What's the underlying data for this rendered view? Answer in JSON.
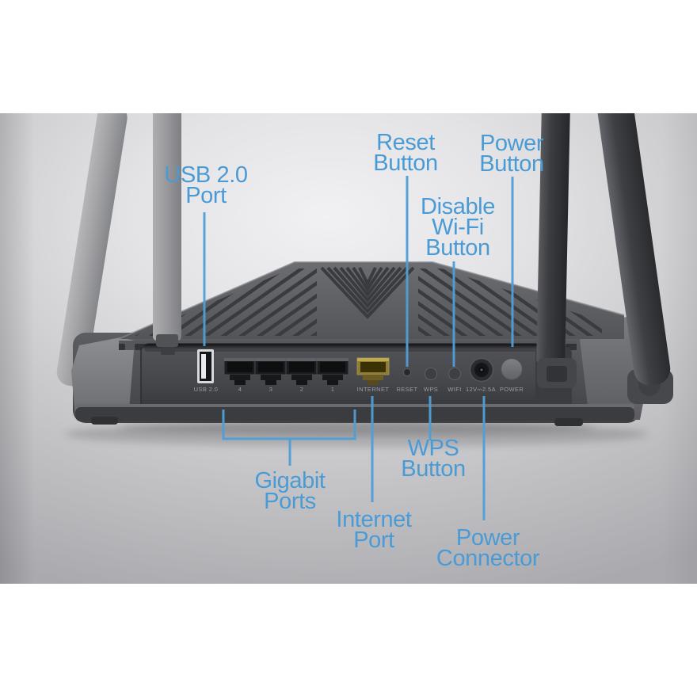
{
  "scene": {
    "description": "Rear view of a four-antenna wireless router with annotated ports and buttons"
  },
  "colors": {
    "callout_text": "#4a9bd5",
    "leader_line": "#4f9ed8",
    "router_body": "#57585c",
    "panel_recess": "#46474b",
    "internet_port_gold": "#8f7d36",
    "backdrop_gray": "#c9c9cc"
  },
  "callouts": {
    "usb_port": {
      "lines": [
        "USB 2.0",
        "Port"
      ]
    },
    "reset_button": {
      "lines": [
        "Reset",
        "Button"
      ]
    },
    "power_button": {
      "lines": [
        "Power",
        "Button"
      ]
    },
    "disable_wifi_button": {
      "lines": [
        "Disable",
        "Wi-Fi",
        "Button"
      ]
    },
    "gigabit_ports": {
      "lines": [
        "Gigabit",
        "Ports"
      ]
    },
    "internet_port": {
      "lines": [
        "Internet",
        "Port"
      ]
    },
    "wps_button": {
      "lines": [
        "WPS",
        "Button"
      ]
    },
    "power_connector": {
      "lines": [
        "Power",
        "Connector"
      ]
    }
  },
  "panel_labels": {
    "usb": "USB 2.0",
    "lan4": "4",
    "lan3": "3",
    "lan2": "2",
    "lan1": "1",
    "internet": "INTERNET",
    "reset": "RESET",
    "wps": "WPS",
    "wifi": "WIFI",
    "power_input": "12V⎓2.5A",
    "power": "POWER"
  }
}
